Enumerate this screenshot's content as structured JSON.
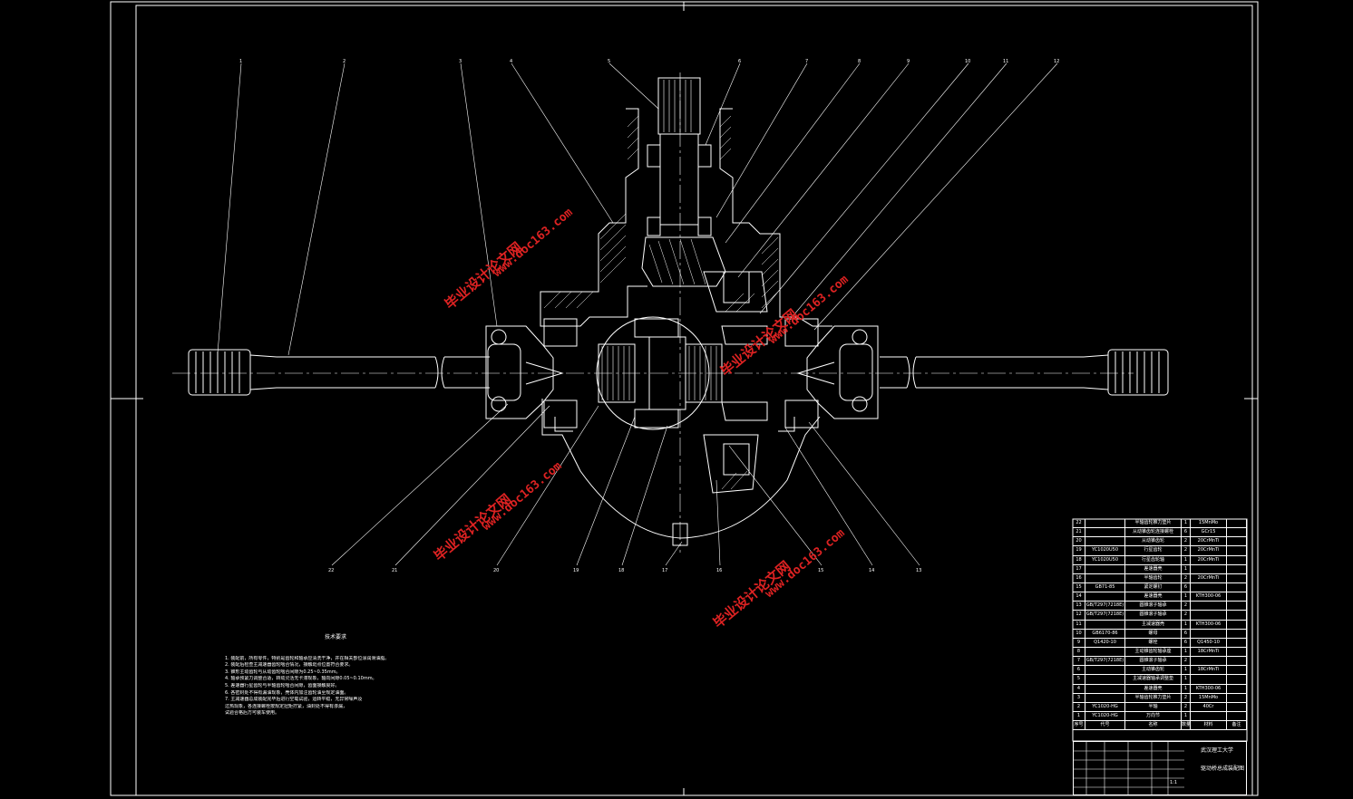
{
  "drawing": {
    "callouts_top": [
      "1",
      "2",
      "3",
      "4",
      "5",
      "6",
      "7",
      "8",
      "9",
      "10",
      "11",
      "12"
    ],
    "callouts_bottom": [
      "22",
      "21",
      "20",
      "19",
      "18",
      "17",
      "16",
      "15",
      "14",
      "13"
    ]
  },
  "watermark": {
    "text_cn": "毕业设计论文网",
    "text_url": "www.doc163.com"
  },
  "notes": {
    "heading": "技术要求",
    "lines": [
      "1. 装配前，所有零件，特别是齿轮和轴承应清洗干净，并在相关部位涂润滑油脂。",
      "2. 装配后检查主减速器齿轮啮合情况，接触斑点位置符合要求。",
      "3. 锥形主动齿轮与从动齿轮啮合间隙为0.25~0.35mm。",
      "4. 轴承预紧力调整合适，转动灵活无卡滞现象，轴向间隙0.05~0.10mm。",
      "5. 差速器行星齿轮与半轴齿轮啮合间隙，齿面接触良好。",
      "6. 各密封处不得有漏油现象，壳体内加注齿轮油至规定油面。",
      "7. 主减速器总成装配完毕后进行空载试验，运转平稳，无异常噪声及",
      "   过热现象，各连接螺栓按规定扭矩拧紧，油封处不得有渗漏，",
      "   试验合格后方可装车使用。"
    ]
  },
  "bom": {
    "rows": [
      [
        "22",
        "",
        "半轴齿轮推力垫片",
        "1",
        "15MnMo",
        ""
      ],
      [
        "21",
        "",
        "从动锥齿轮连接螺栓",
        "6",
        "GCr15",
        ""
      ],
      [
        "20",
        "",
        "从动锥齿轮",
        "2",
        "20CrMnTi",
        ""
      ],
      [
        "19",
        "YC1020U50",
        "行星齿轮",
        "2",
        "20CrMnTi",
        ""
      ],
      [
        "18",
        "YC1020U50",
        "行星齿轮轴",
        "1",
        "20CrMnTi",
        ""
      ],
      [
        "17",
        "",
        "差速器壳",
        "1",
        "",
        ""
      ],
      [
        "16",
        "",
        "半轴齿轮",
        "2",
        "20CrMnTi",
        ""
      ],
      [
        "15",
        "GB71-85",
        "紧定螺钉",
        "6",
        "",
        ""
      ],
      [
        "14",
        "",
        "差速器壳",
        "1",
        "KTH300-06",
        ""
      ],
      [
        "13",
        "GB/T297(7218E)",
        "圆锥滚子轴承",
        "2",
        "",
        ""
      ],
      [
        "12",
        "GB/T297(7218E)",
        "圆锥滚子轴承",
        "2",
        "",
        ""
      ],
      [
        "11",
        "",
        "主减速器壳",
        "1",
        "KTH300-06",
        ""
      ],
      [
        "10",
        "GB6170-86",
        "螺母",
        "6",
        "",
        ""
      ],
      [
        "9",
        "Q1420-10",
        "螺栓",
        "6",
        "Q1450-10",
        ""
      ],
      [
        "8",
        "",
        "主动锥齿轮轴承座",
        "1",
        "18CrMnTi",
        ""
      ],
      [
        "7",
        "GB/T297(7218E)",
        "圆锥滚子轴承",
        "2",
        "",
        ""
      ],
      [
        "6",
        "",
        "主动锥齿轮",
        "1",
        "18CrMnTi",
        ""
      ],
      [
        "5",
        "",
        "主减速器轴承调整垫",
        "1",
        "",
        ""
      ],
      [
        "4",
        "",
        "差速器壳",
        "1",
        "KTH300-06",
        ""
      ],
      [
        "3",
        "",
        "半轴齿轮推力垫片",
        "2",
        "15MnMo",
        ""
      ],
      [
        "2",
        "YC1020-HG",
        "半轴",
        "2",
        "40Cr",
        ""
      ],
      [
        "1",
        "YC1020-HG",
        "万向节",
        "1",
        "",
        ""
      ]
    ],
    "header": [
      "序号",
      "代号",
      "名称",
      "数量",
      "材料",
      "备注"
    ]
  },
  "title_block": {
    "school": "武汉理工大学",
    "drawing_name": "驱动桥总成装配图",
    "scale": "1:1"
  }
}
